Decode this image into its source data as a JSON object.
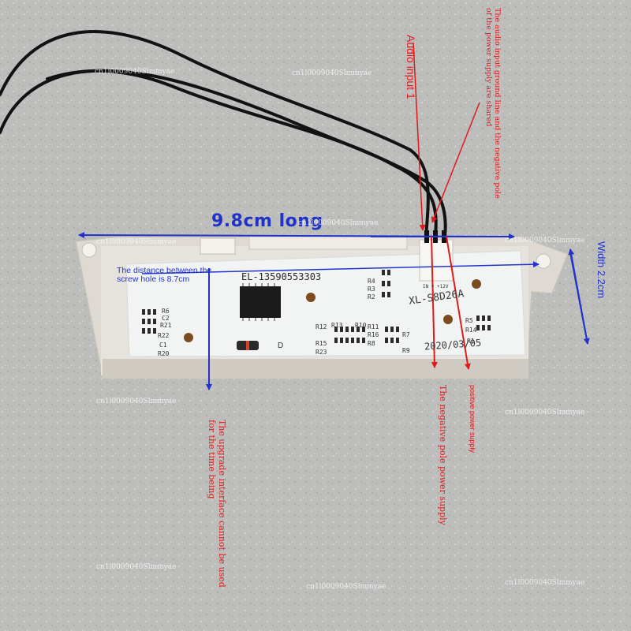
{
  "annotations": {
    "length": "9.8cm long",
    "width": "Width 2.2cm",
    "screw_distance": "The distance between the screw hole is 8.7cm",
    "audio_input": "Audio input 1",
    "shared_ground": "The audio input ground line and the negative pole of the power supply are shared",
    "upgrade_interface": "The upgrade interface cannot be used for the time being",
    "negative_pole": "The negative pole power supply",
    "positive_pole": "positive power supply"
  },
  "board": {
    "model": "XL-S8D26A",
    "phone": "EL-13590553303",
    "date": "2020/03/05",
    "diode_mark": "D",
    "connector_label": "IN + +12V",
    "components_left": [
      "R6",
      "C2",
      "R21",
      "R22",
      "C1",
      "R20"
    ],
    "components_mid": [
      "R12",
      "R13",
      "R10",
      "R11",
      "R15",
      "R16",
      "R8",
      "R7",
      "R23",
      "R9",
      "R4",
      "R3",
      "R2"
    ],
    "components_right": [
      "R5",
      "R14",
      "R1"
    ]
  },
  "watermark": "cn1l0009040Slmmyae",
  "colors": {
    "annotation_red": "#e01a1a",
    "annotation_blue": "#2233cc",
    "board_white": "#f2f4f4",
    "wire_black": "#121212"
  }
}
